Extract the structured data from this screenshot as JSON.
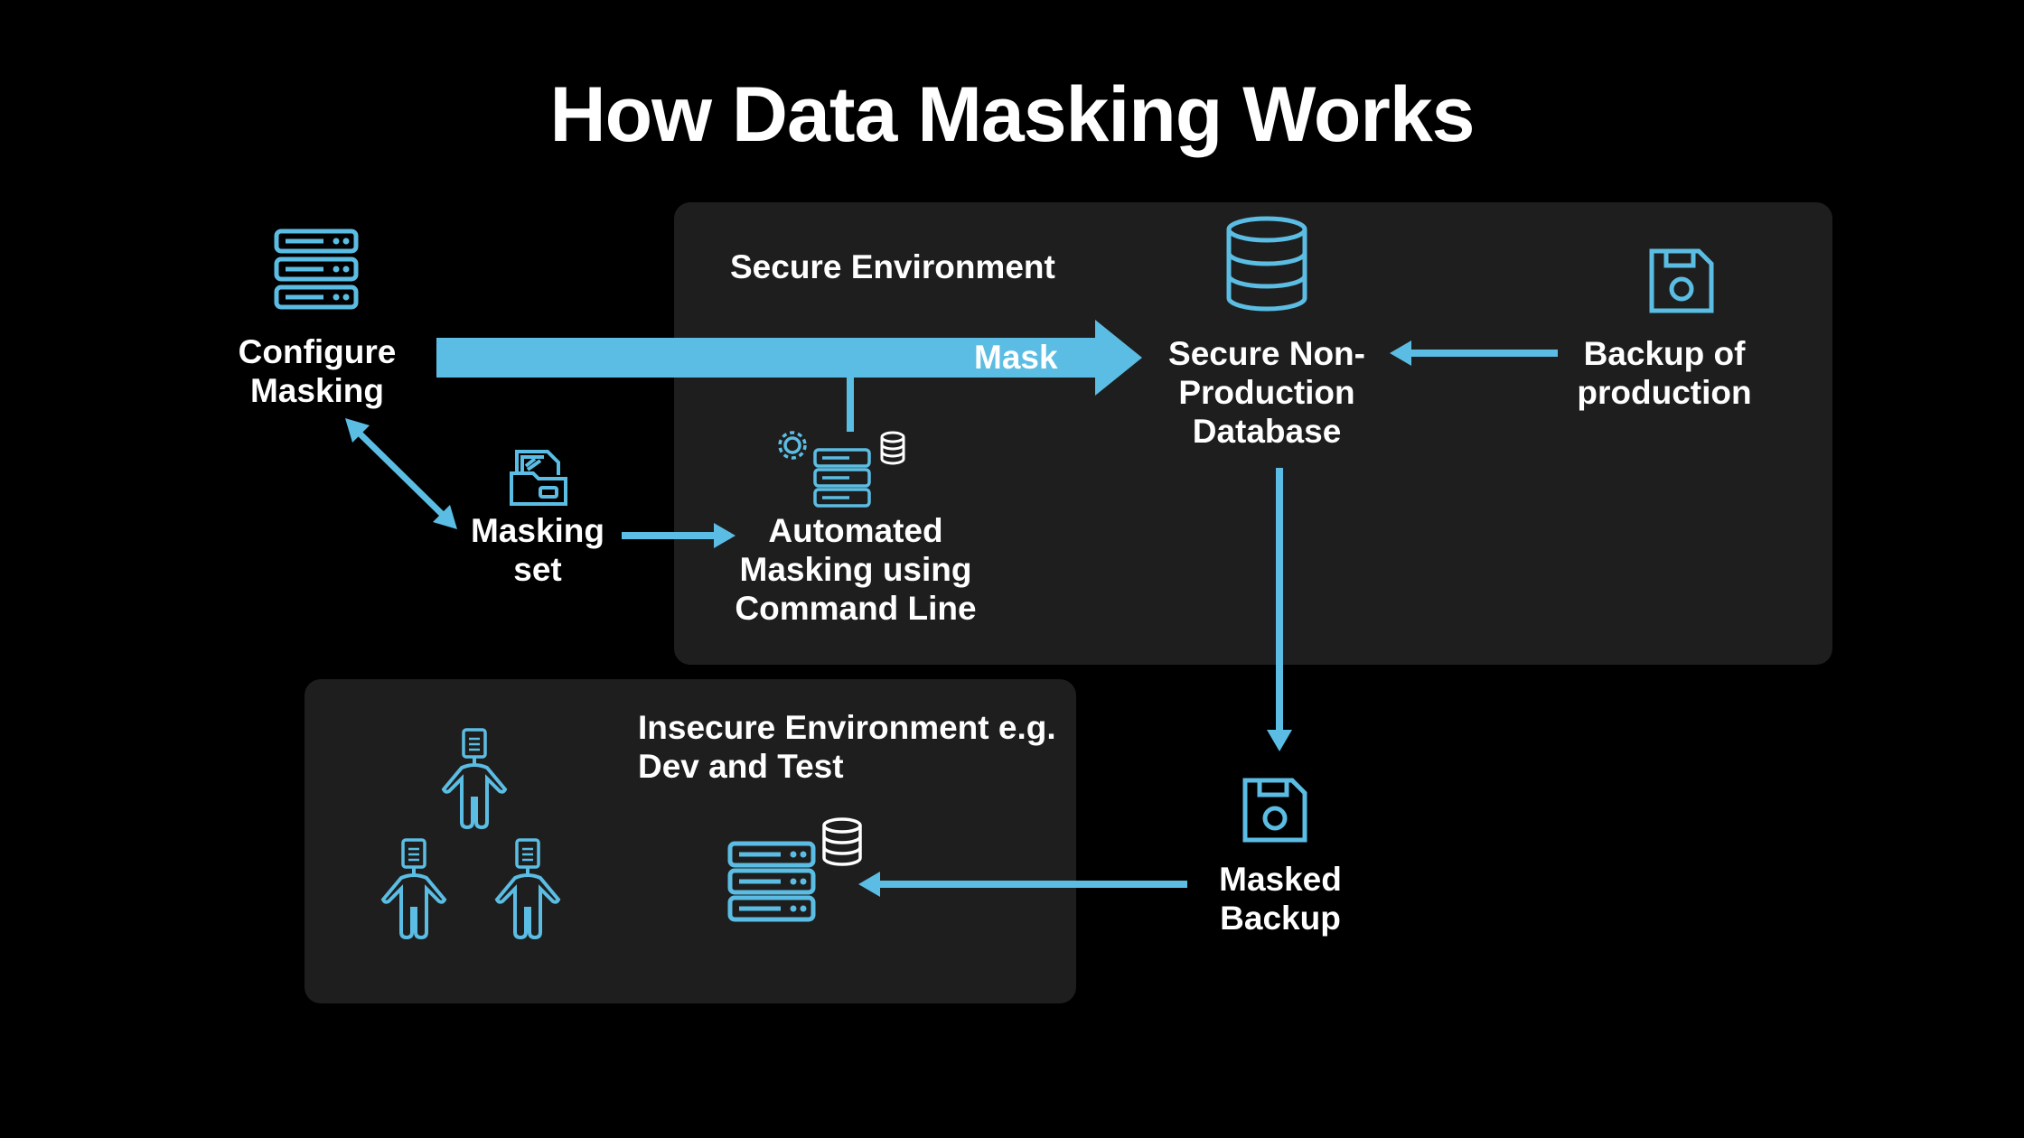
{
  "title": "How Data Masking Works",
  "colors": {
    "accent": "#5bbde3",
    "background": "#000000",
    "panel": "#1e1e1e",
    "text": "#ffffff"
  },
  "secure_environment": {
    "label": "Secure Environment"
  },
  "insecure_environment": {
    "label_lines": [
      "Insecure Environment e.g.",
      "Dev and Test"
    ]
  },
  "nodes": {
    "configure_masking": {
      "icon": "server-icon",
      "label_lines": [
        "Configure",
        "Masking"
      ]
    },
    "masking_set": {
      "icon": "folder-files-icon",
      "label_lines": [
        "Masking",
        "set"
      ]
    },
    "automated_masking": {
      "icon": "server-gear-icon",
      "label_lines": [
        "Automated",
        "Masking using",
        "Command Line"
      ]
    },
    "secure_db": {
      "icon": "database-icon",
      "label_lines": [
        "Secure Non-",
        "Production",
        "Database"
      ]
    },
    "backup_production": {
      "icon": "floppy-disk-icon",
      "label_lines": [
        "Backup of",
        "production"
      ]
    },
    "masked_backup": {
      "icon": "floppy-disk-icon",
      "label_lines": [
        "Masked",
        "Backup"
      ]
    },
    "dev_users": {
      "icon": "person-with-document-icon",
      "count": 3
    },
    "dev_server": {
      "icon": "server-with-database-icon"
    }
  },
  "mask_arrow_label": "Mask"
}
